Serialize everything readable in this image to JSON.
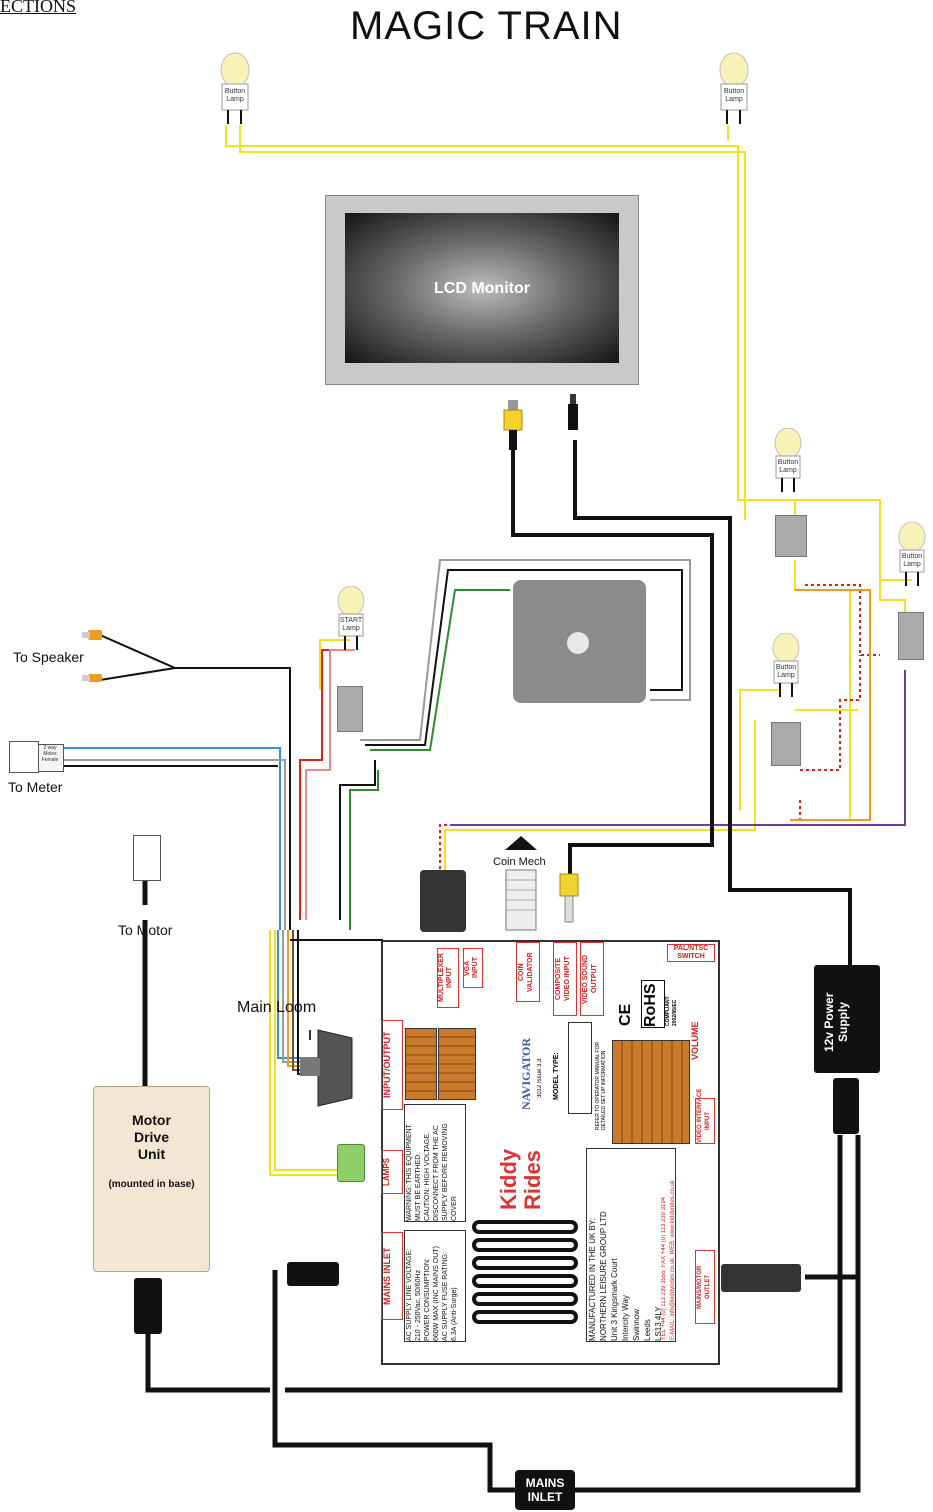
{
  "header_fragment": "ECTIONS",
  "title": "MAGIC TRAIN",
  "lamps": {
    "button_lamp": "Button\nLamp",
    "start_lamp": "START\nLamp"
  },
  "monitor": {
    "label": "LCD Monitor"
  },
  "labels": {
    "to_speaker": "To Speaker",
    "to_meter": "To Meter",
    "meter_connector": "2 way\nMolex\nFemale",
    "to_motor": "To Motor",
    "main_loom": "Main Loom",
    "coin_mech": "Coin Mech"
  },
  "power_supply": {
    "label": "12v Power Supply"
  },
  "motor_drive": {
    "title": "Motor\nDrive\nUnit",
    "subtitle": "(mounted in base)"
  },
  "mains_inlet": {
    "label": "MAINS\nINLET"
  },
  "pcb": {
    "pal_ntsc": "PAL/NTSC\nSWITCH",
    "multiplexer": "MULTIPLEXER\nINPUT",
    "vga_input": "VGA\nINPUT",
    "coin_validator": "COIN\nVALIDATOR",
    "composite": "COMPOSITE\nVIDEO INPUT",
    "video_sound": "VIDEO SOUND\nOUTPUT",
    "input_output": "INPUT/OUTPUT",
    "lamps": "LAMPS",
    "mains_inlet": "MAINS INLET",
    "volume": "VOLUME",
    "video_interface": "VIDEO INTERFACE\nINPUT",
    "mains_motor": "MAINS/MOTOR\nOUTLET",
    "model_type": "MODEL TYPE:",
    "navigator": "NAVIGATOR",
    "navigator_sub": "3012 Issue 3.3",
    "kiddy_rides": "Kiddy\nRides",
    "ce": "CE",
    "rohs": "RoHS",
    "rohs_sub": "COMPLIANT\n2002/95/EC",
    "refer": "REFER TO OPERATOR MANUAL FOR\nDETAILED SET UP INFORMATION",
    "warning": "WARNING: THIS EQUIPMENT\nMUST BE EARTHED.\nCAUTION: HIGH VOLTAGE.\nDISCONNECT FROM THE AC\nSUPPLY BEFORE REMOVING\nCOVER",
    "ac_specs": "AC SUPPLY LINE VOLTAGE:\n210 - 250Vac, 50/60Hz\nPOWER CONSUMPTION:\n660W MAX (INC MAINS OUT)\nAC SUPPLY FUSE RATING:\n6.3A (Anti-Surge)",
    "manufacturer": "MANUFACTURED IN THE UK BY:\nNORTHERN LEISURE GROUP LTD\nUnit 3 Kingsmark Court\nIntercity Way\nSwinnow\nLeeds\nLS13 4LY",
    "contact": "TEL +44 (0) 113 239 3555  FAX +44 (0) 113 239 3194\nE-MAIL: info@kiddyrides.co.uk  WEB: www.kiddyrides.co.uk"
  },
  "colors": {
    "wire_yellow": "#f2e21b",
    "wire_black": "#111111",
    "wire_red": "#d8241f",
    "wire_orange": "#f29a1e",
    "wire_purple": "#6d3c97",
    "wire_blue": "#3b8fd8",
    "wire_green": "#2e8b2e",
    "wire_grey": "#9a9a9a",
    "wire_brown": "#7a4b1e",
    "accent_red": "#cc2222"
  }
}
